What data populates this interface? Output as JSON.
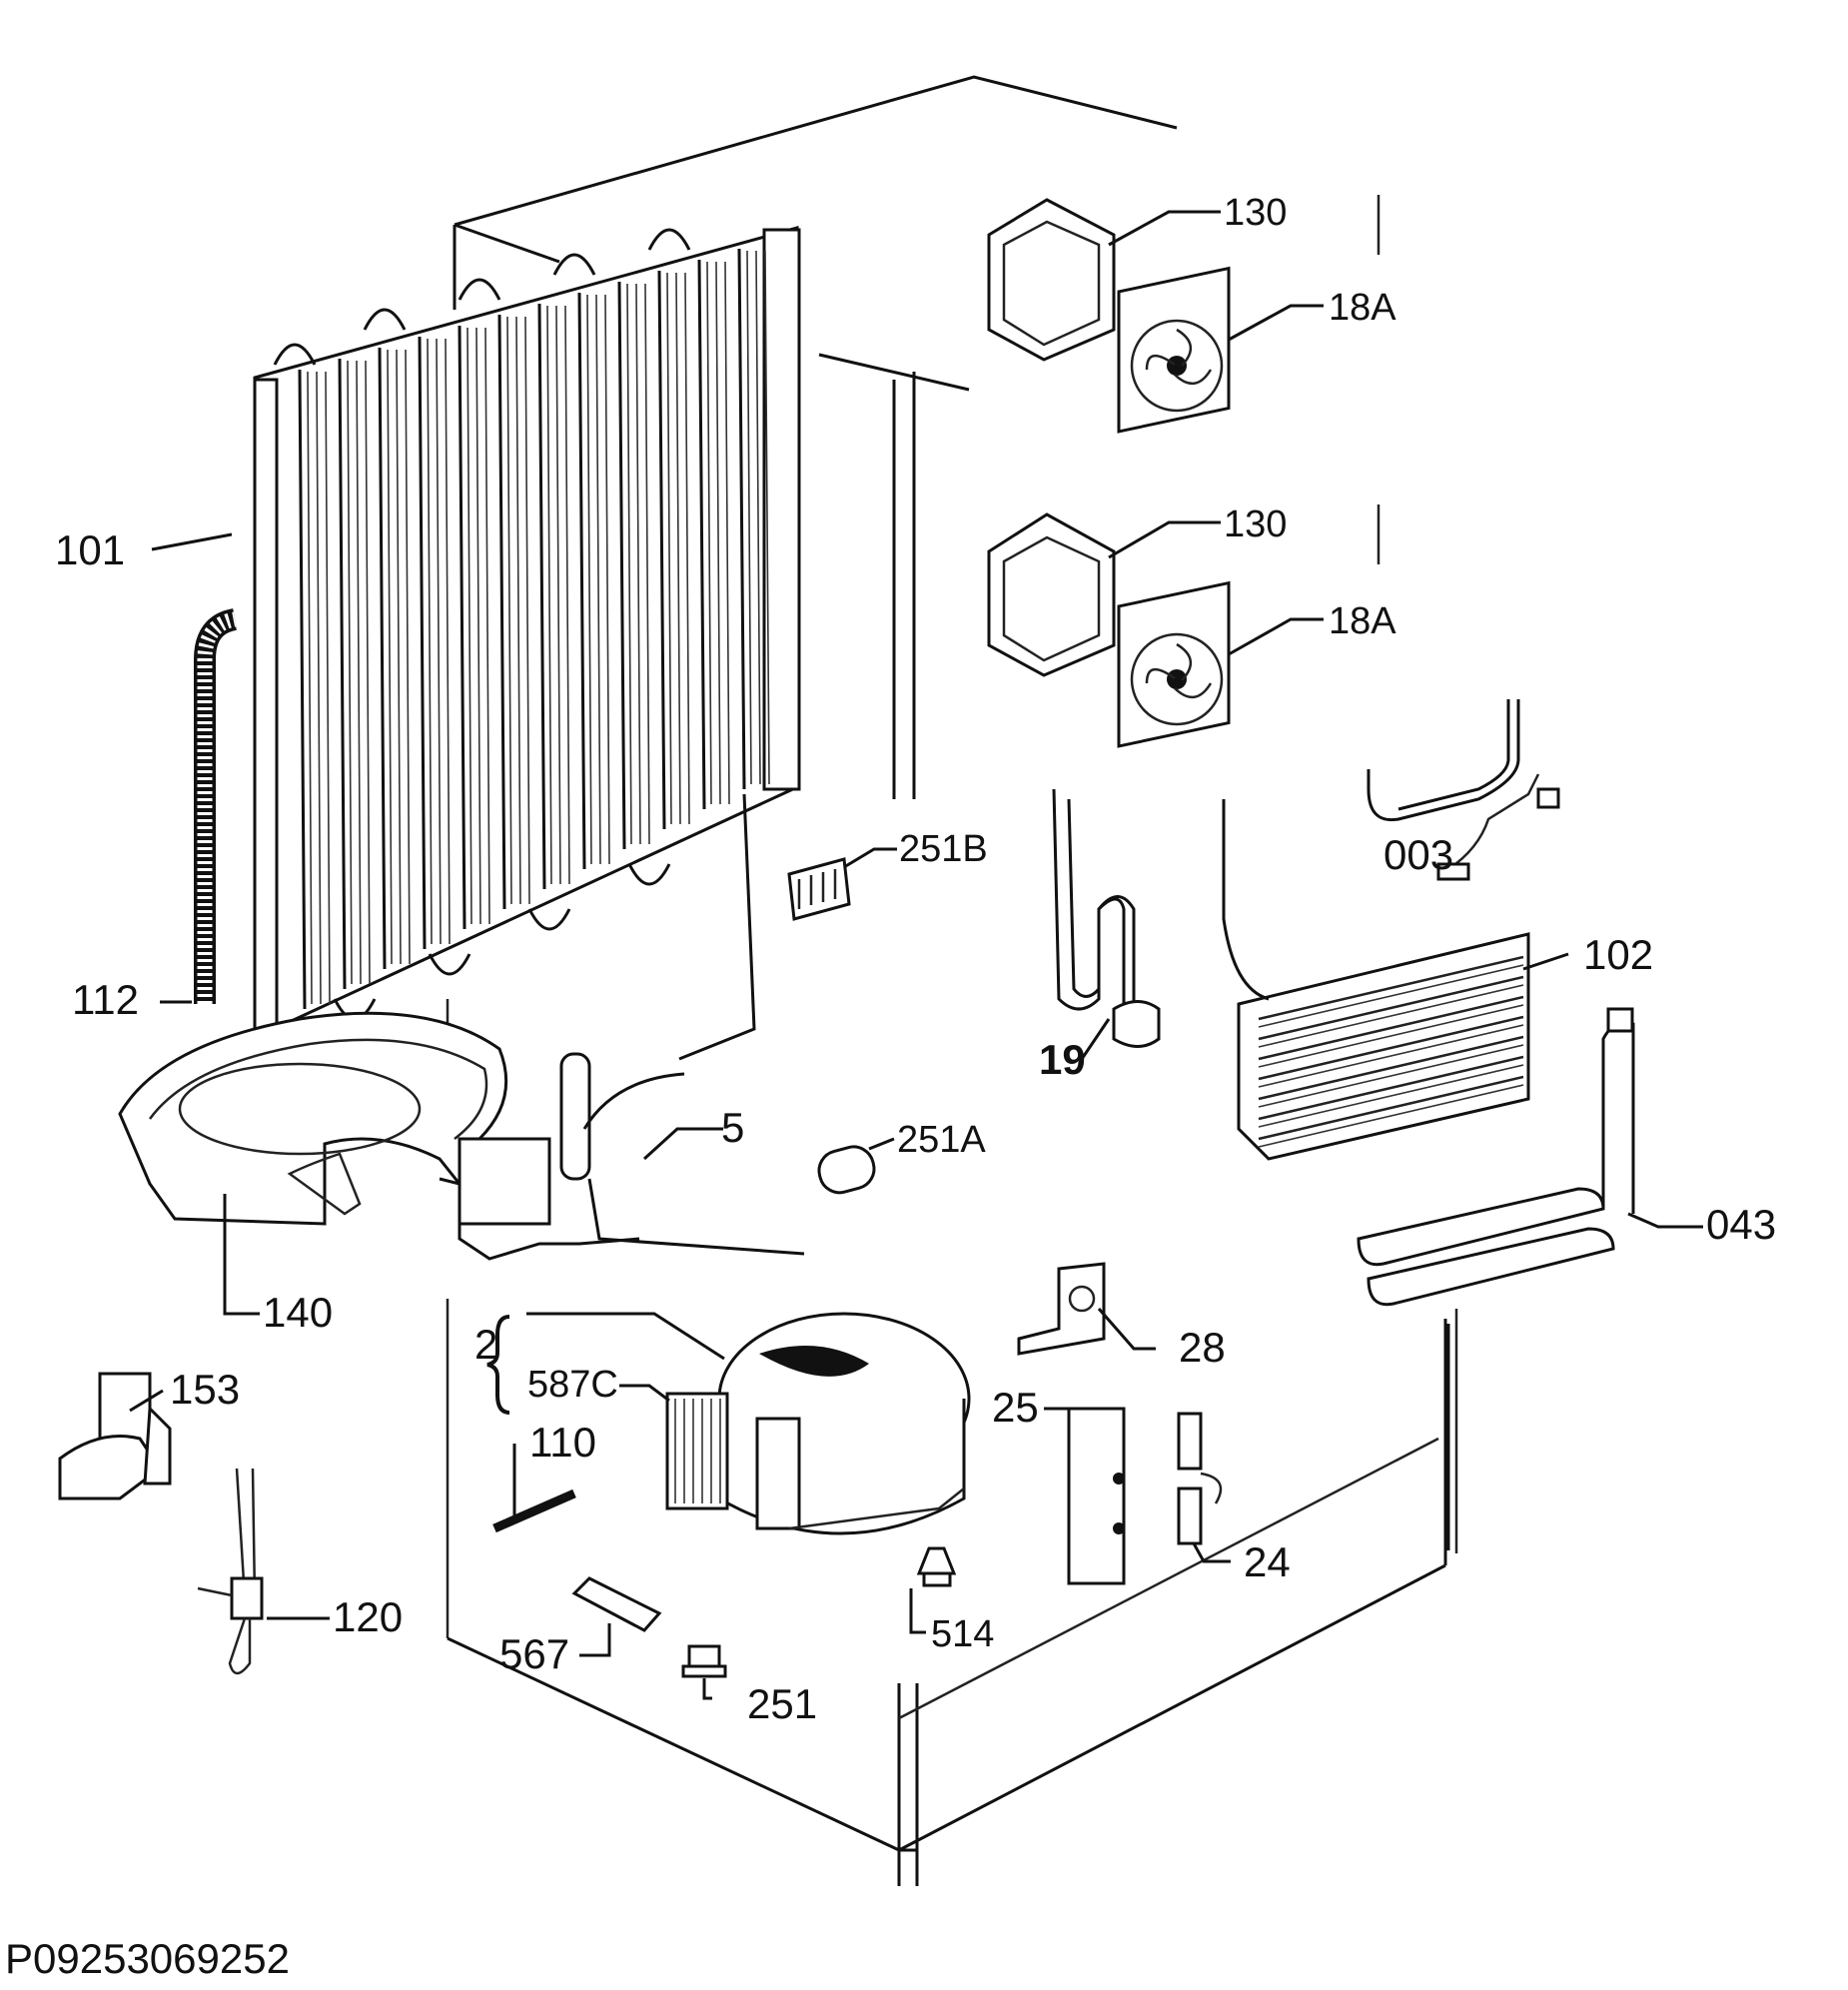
{
  "diagram_code": "P09253069252",
  "callouts": {
    "c101": "101",
    "c112": "112",
    "c140": "140",
    "c153": "153",
    "c120": "120",
    "c110": "110",
    "c567": "567",
    "c251": "251",
    "c2": "2",
    "c587c": "587C",
    "c5": "5",
    "c251a": "251A",
    "c251b": "251B",
    "c514": "514",
    "c25": "25",
    "c24": "24",
    "c28": "28",
    "c19": "19",
    "c130_top": "130",
    "c18a_top": "18A",
    "c130_mid": "130",
    "c18a_mid": "18A",
    "c003": "003",
    "c102": "102",
    "c043": "043"
  }
}
